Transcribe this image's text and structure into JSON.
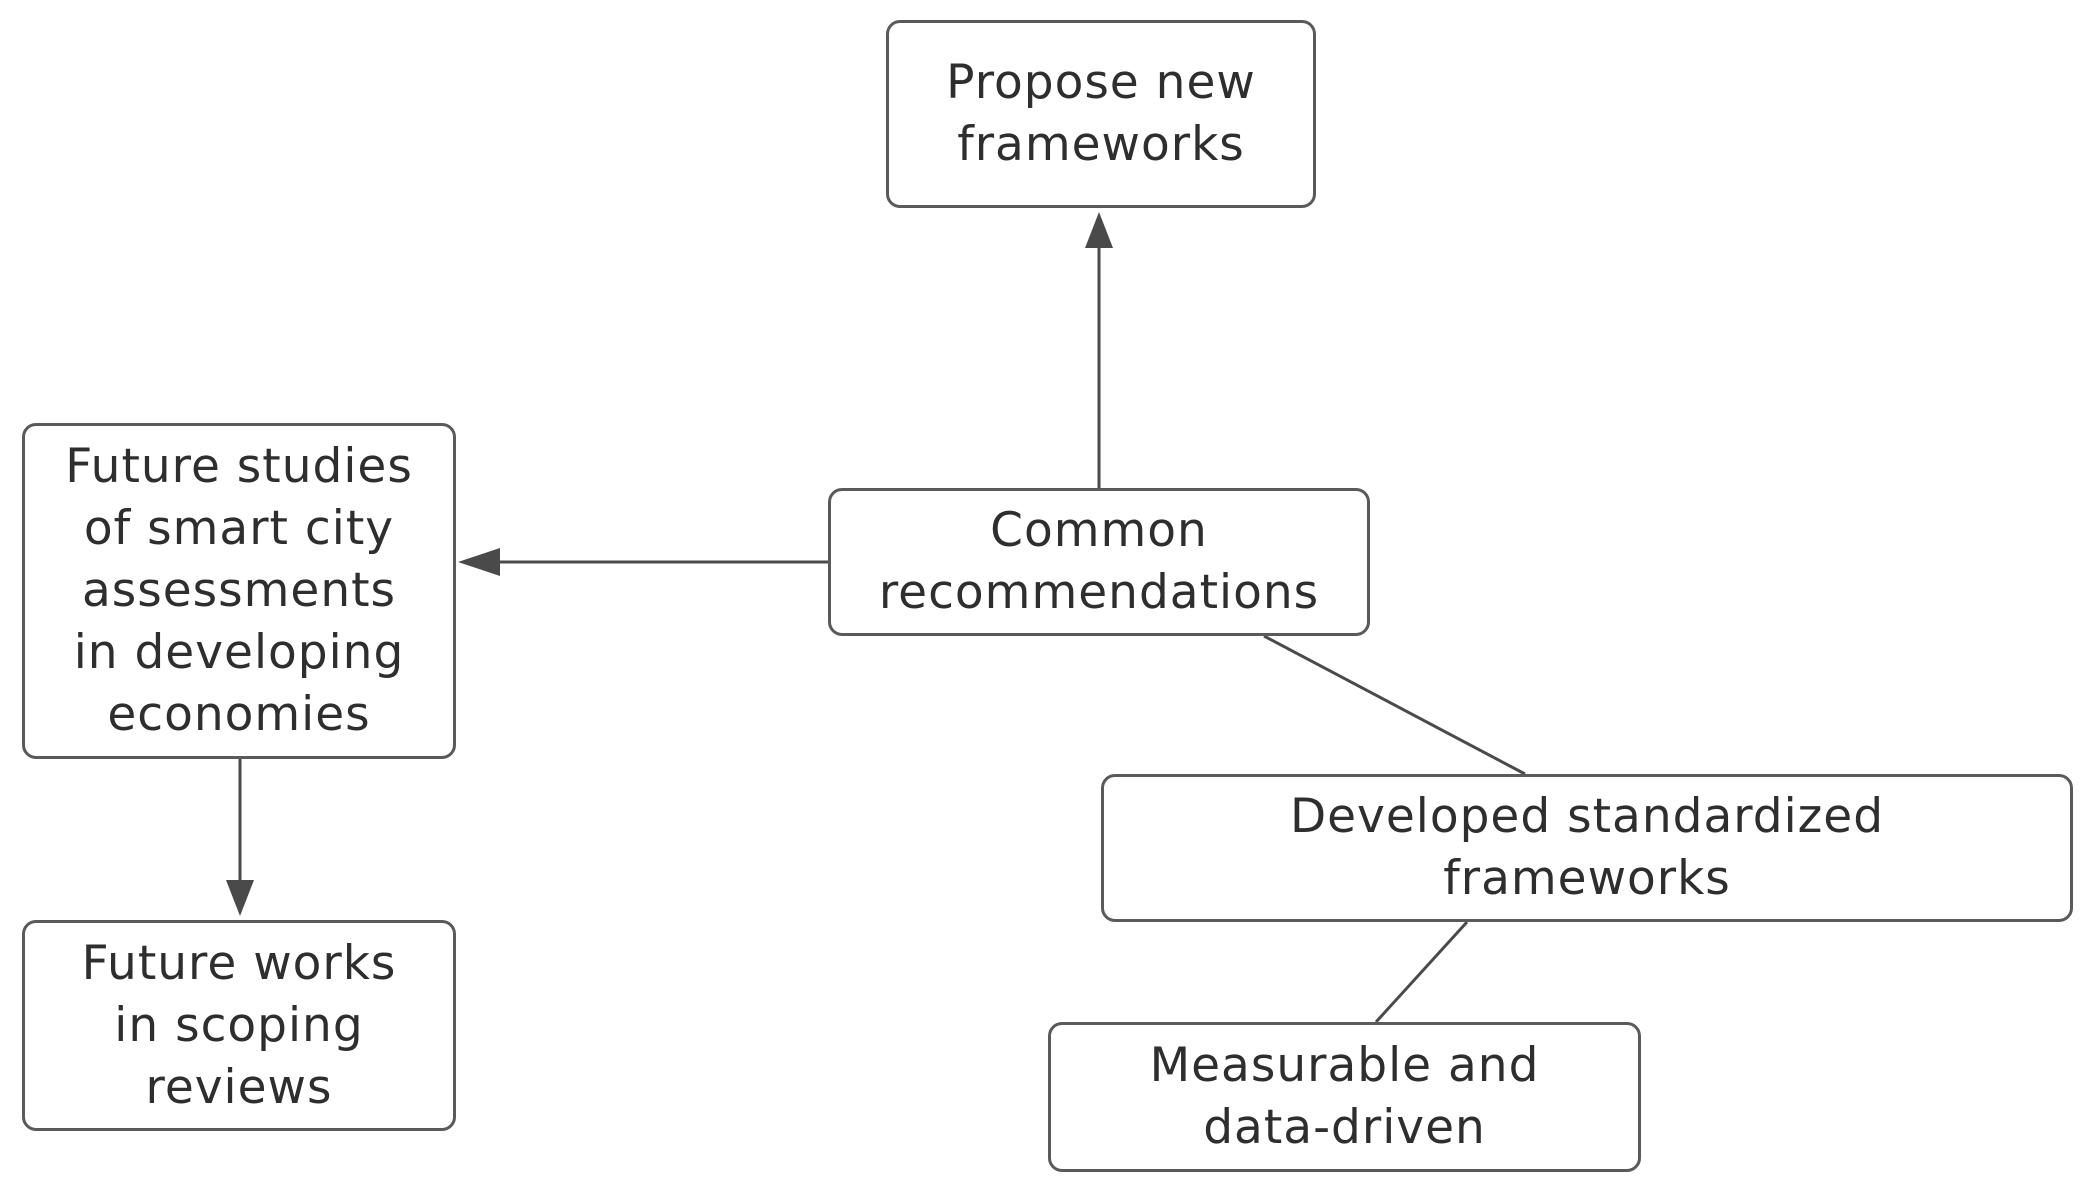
{
  "nodes": {
    "propose_new_frameworks": {
      "lines": [
        "Propose new",
        "frameworks"
      ]
    },
    "common_recommendations": {
      "lines": [
        "Common",
        "recommendations"
      ]
    },
    "future_studies": {
      "lines": [
        "Future studies",
        "of smart city",
        "assessments",
        "in developing",
        "economies"
      ]
    },
    "future_works": {
      "lines": [
        "Future works",
        "in scoping",
        "reviews"
      ]
    },
    "developed_standardized": {
      "lines": [
        "Developed standardized",
        "frameworks"
      ]
    },
    "measurable_data_driven": {
      "lines": [
        "Measurable and",
        "data-driven"
      ]
    }
  },
  "edges": [
    {
      "from": "common_recommendations",
      "to": "propose_new_frameworks",
      "arrow": true
    },
    {
      "from": "common_recommendations",
      "to": "future_studies",
      "arrow": true
    },
    {
      "from": "future_studies",
      "to": "future_works",
      "arrow": true
    },
    {
      "from": "common_recommendations",
      "to": "developed_standardized",
      "arrow": false
    },
    {
      "from": "developed_standardized",
      "to": "measurable_data_driven",
      "arrow": false
    }
  ],
  "colors": {
    "line": "#4a4a4a",
    "box_border": "#5a5a5a",
    "text": "#2e2e2e",
    "background": "#ffffff"
  }
}
